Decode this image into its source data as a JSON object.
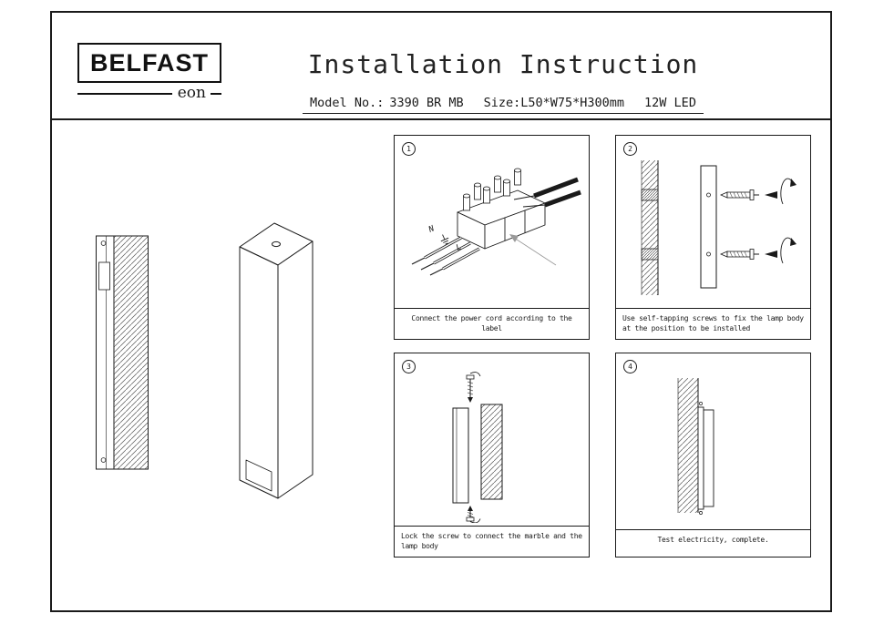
{
  "header": {
    "brand": "BELFAST",
    "brand_sub": "eon",
    "title": "Installation Instruction",
    "model_label": "Model No.:",
    "model_value": "3390 BR MB",
    "size_label": "Size:",
    "size_value": "L50*W75*H300mm",
    "power": "12W LED"
  },
  "steps": [
    {
      "number": "1",
      "caption": "Connect the power cord according to the label"
    },
    {
      "number": "2",
      "caption": "Use self-tapping screws to fix the lamp body at the position to be installed"
    },
    {
      "number": "3",
      "caption": "Lock the screw to connect the marble and the lamp body"
    },
    {
      "number": "4",
      "caption": "Test electricity, complete."
    }
  ],
  "terminal_labels": {
    "neutral": "N",
    "live": "L"
  },
  "colors": {
    "ink": "#1a1a1a",
    "paper": "#ffffff"
  }
}
